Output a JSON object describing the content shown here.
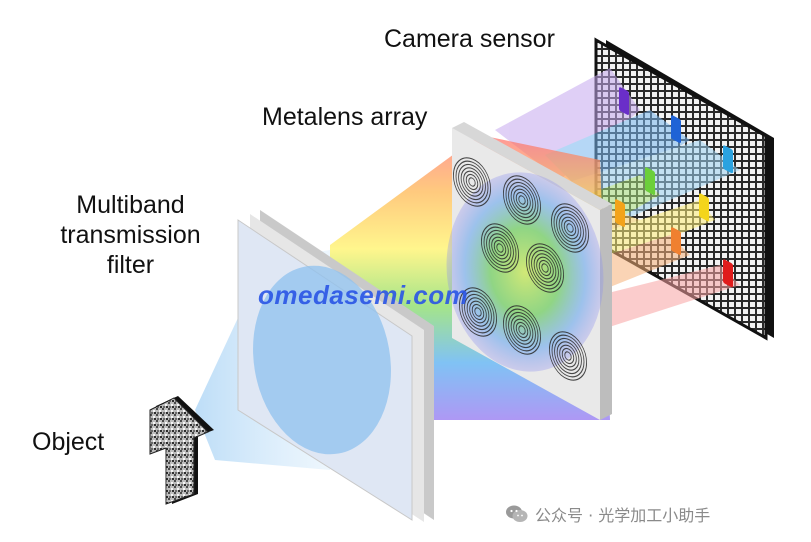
{
  "labels": {
    "camera_sensor": "Camera sensor",
    "metalens_array": "Metalens array",
    "filter": "Multiband transmission filter",
    "object": "Object"
  },
  "watermarks": {
    "site": "omedasemi.com",
    "wechat": "公众号 · 光学加工小助手"
  },
  "spot_colors": [
    "#6a2ec9",
    "#1f63d6",
    "#2aa2e0",
    "#6ccf3a",
    "#f3a31a",
    "#f4d51c",
    "#f08030",
    "#e01b1b"
  ],
  "icons": [
    "wechat-icon"
  ]
}
